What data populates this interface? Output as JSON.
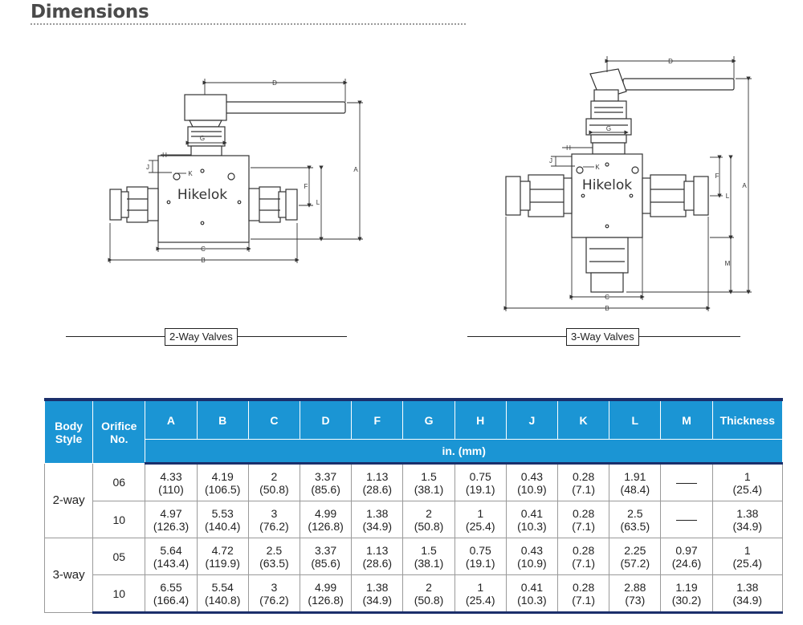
{
  "heading": "Dimensions",
  "brand": "Hikelok",
  "diagrams": [
    {
      "caption": "2-Way Valves",
      "labels": {
        "A": "A",
        "B": "B",
        "C": "C",
        "D": "D",
        "F": "F",
        "G": "G",
        "H": "H",
        "J": "J",
        "K": "K",
        "L": "L"
      }
    },
    {
      "caption": "3-Way Valves",
      "labels": {
        "A": "A",
        "B": "B",
        "C": "C",
        "D": "D",
        "F": "F",
        "G": "G",
        "H": "H",
        "J": "J",
        "K": "K",
        "L": "L",
        "M": "M"
      }
    }
  ],
  "table": {
    "headers": {
      "body_style": "Body Style",
      "orifice": "Orifice No.",
      "columns": [
        "A",
        "B",
        "C",
        "D",
        "F",
        "G",
        "H",
        "J",
        "K",
        "L",
        "M"
      ],
      "thickness": "Thickness",
      "units": "in. (mm)"
    },
    "groups": [
      {
        "style": "2-way",
        "rows": [
          {
            "orifice": "06",
            "cells": [
              [
                "4.33",
                "(110)"
              ],
              [
                "4.19",
                "(106.5)"
              ],
              [
                "2",
                "(50.8)"
              ],
              [
                "3.37",
                "(85.6)"
              ],
              [
                "1.13",
                "(28.6)"
              ],
              [
                "1.5",
                "(38.1)"
              ],
              [
                "0.75",
                "(19.1)"
              ],
              [
                "0.43",
                "(10.9)"
              ],
              [
                "0.28",
                "(7.1)"
              ],
              [
                "1.91",
                "(48.4)"
              ],
              [
                "—",
                ""
              ],
              [
                "1",
                "(25.4)"
              ]
            ]
          },
          {
            "orifice": "10",
            "cells": [
              [
                "4.97",
                "(126.3)"
              ],
              [
                "5.53",
                "(140.4)"
              ],
              [
                "3",
                "(76.2)"
              ],
              [
                "4.99",
                "(126.8)"
              ],
              [
                "1.38",
                "(34.9)"
              ],
              [
                "2",
                "(50.8)"
              ],
              [
                "1",
                "(25.4)"
              ],
              [
                "0.41",
                "(10.3)"
              ],
              [
                "0.28",
                "(7.1)"
              ],
              [
                "2.5",
                "(63.5)"
              ],
              [
                "—",
                ""
              ],
              [
                "1.38",
                "(34.9)"
              ]
            ]
          }
        ]
      },
      {
        "style": "3-way",
        "rows": [
          {
            "orifice": "05",
            "cells": [
              [
                "5.64",
                "(143.4)"
              ],
              [
                "4.72",
                "(119.9)"
              ],
              [
                "2.5",
                "(63.5)"
              ],
              [
                "3.37",
                "(85.6)"
              ],
              [
                "1.13",
                "(28.6)"
              ],
              [
                "1.5",
                "(38.1)"
              ],
              [
                "0.75",
                "(19.1)"
              ],
              [
                "0.43",
                "(10.9)"
              ],
              [
                "0.28",
                "(7.1)"
              ],
              [
                "2.25",
                "(57.2)"
              ],
              [
                "0.97",
                "(24.6)"
              ],
              [
                "1",
                "(25.4)"
              ]
            ]
          },
          {
            "orifice": "10",
            "cells": [
              [
                "6.55",
                "(166.4)"
              ],
              [
                "5.54",
                "(140.8)"
              ],
              [
                "3",
                "(76.2)"
              ],
              [
                "4.99",
                "(126.8)"
              ],
              [
                "1.38",
                "(34.9)"
              ],
              [
                "2",
                "(50.8)"
              ],
              [
                "1",
                "(25.4)"
              ],
              [
                "0.41",
                "(10.3)"
              ],
              [
                "0.28",
                "(7.1)"
              ],
              [
                "2.88",
                "(73)"
              ],
              [
                "1.19",
                "(30.2)"
              ],
              [
                "1.38",
                "(34.9)"
              ]
            ]
          }
        ]
      }
    ]
  }
}
